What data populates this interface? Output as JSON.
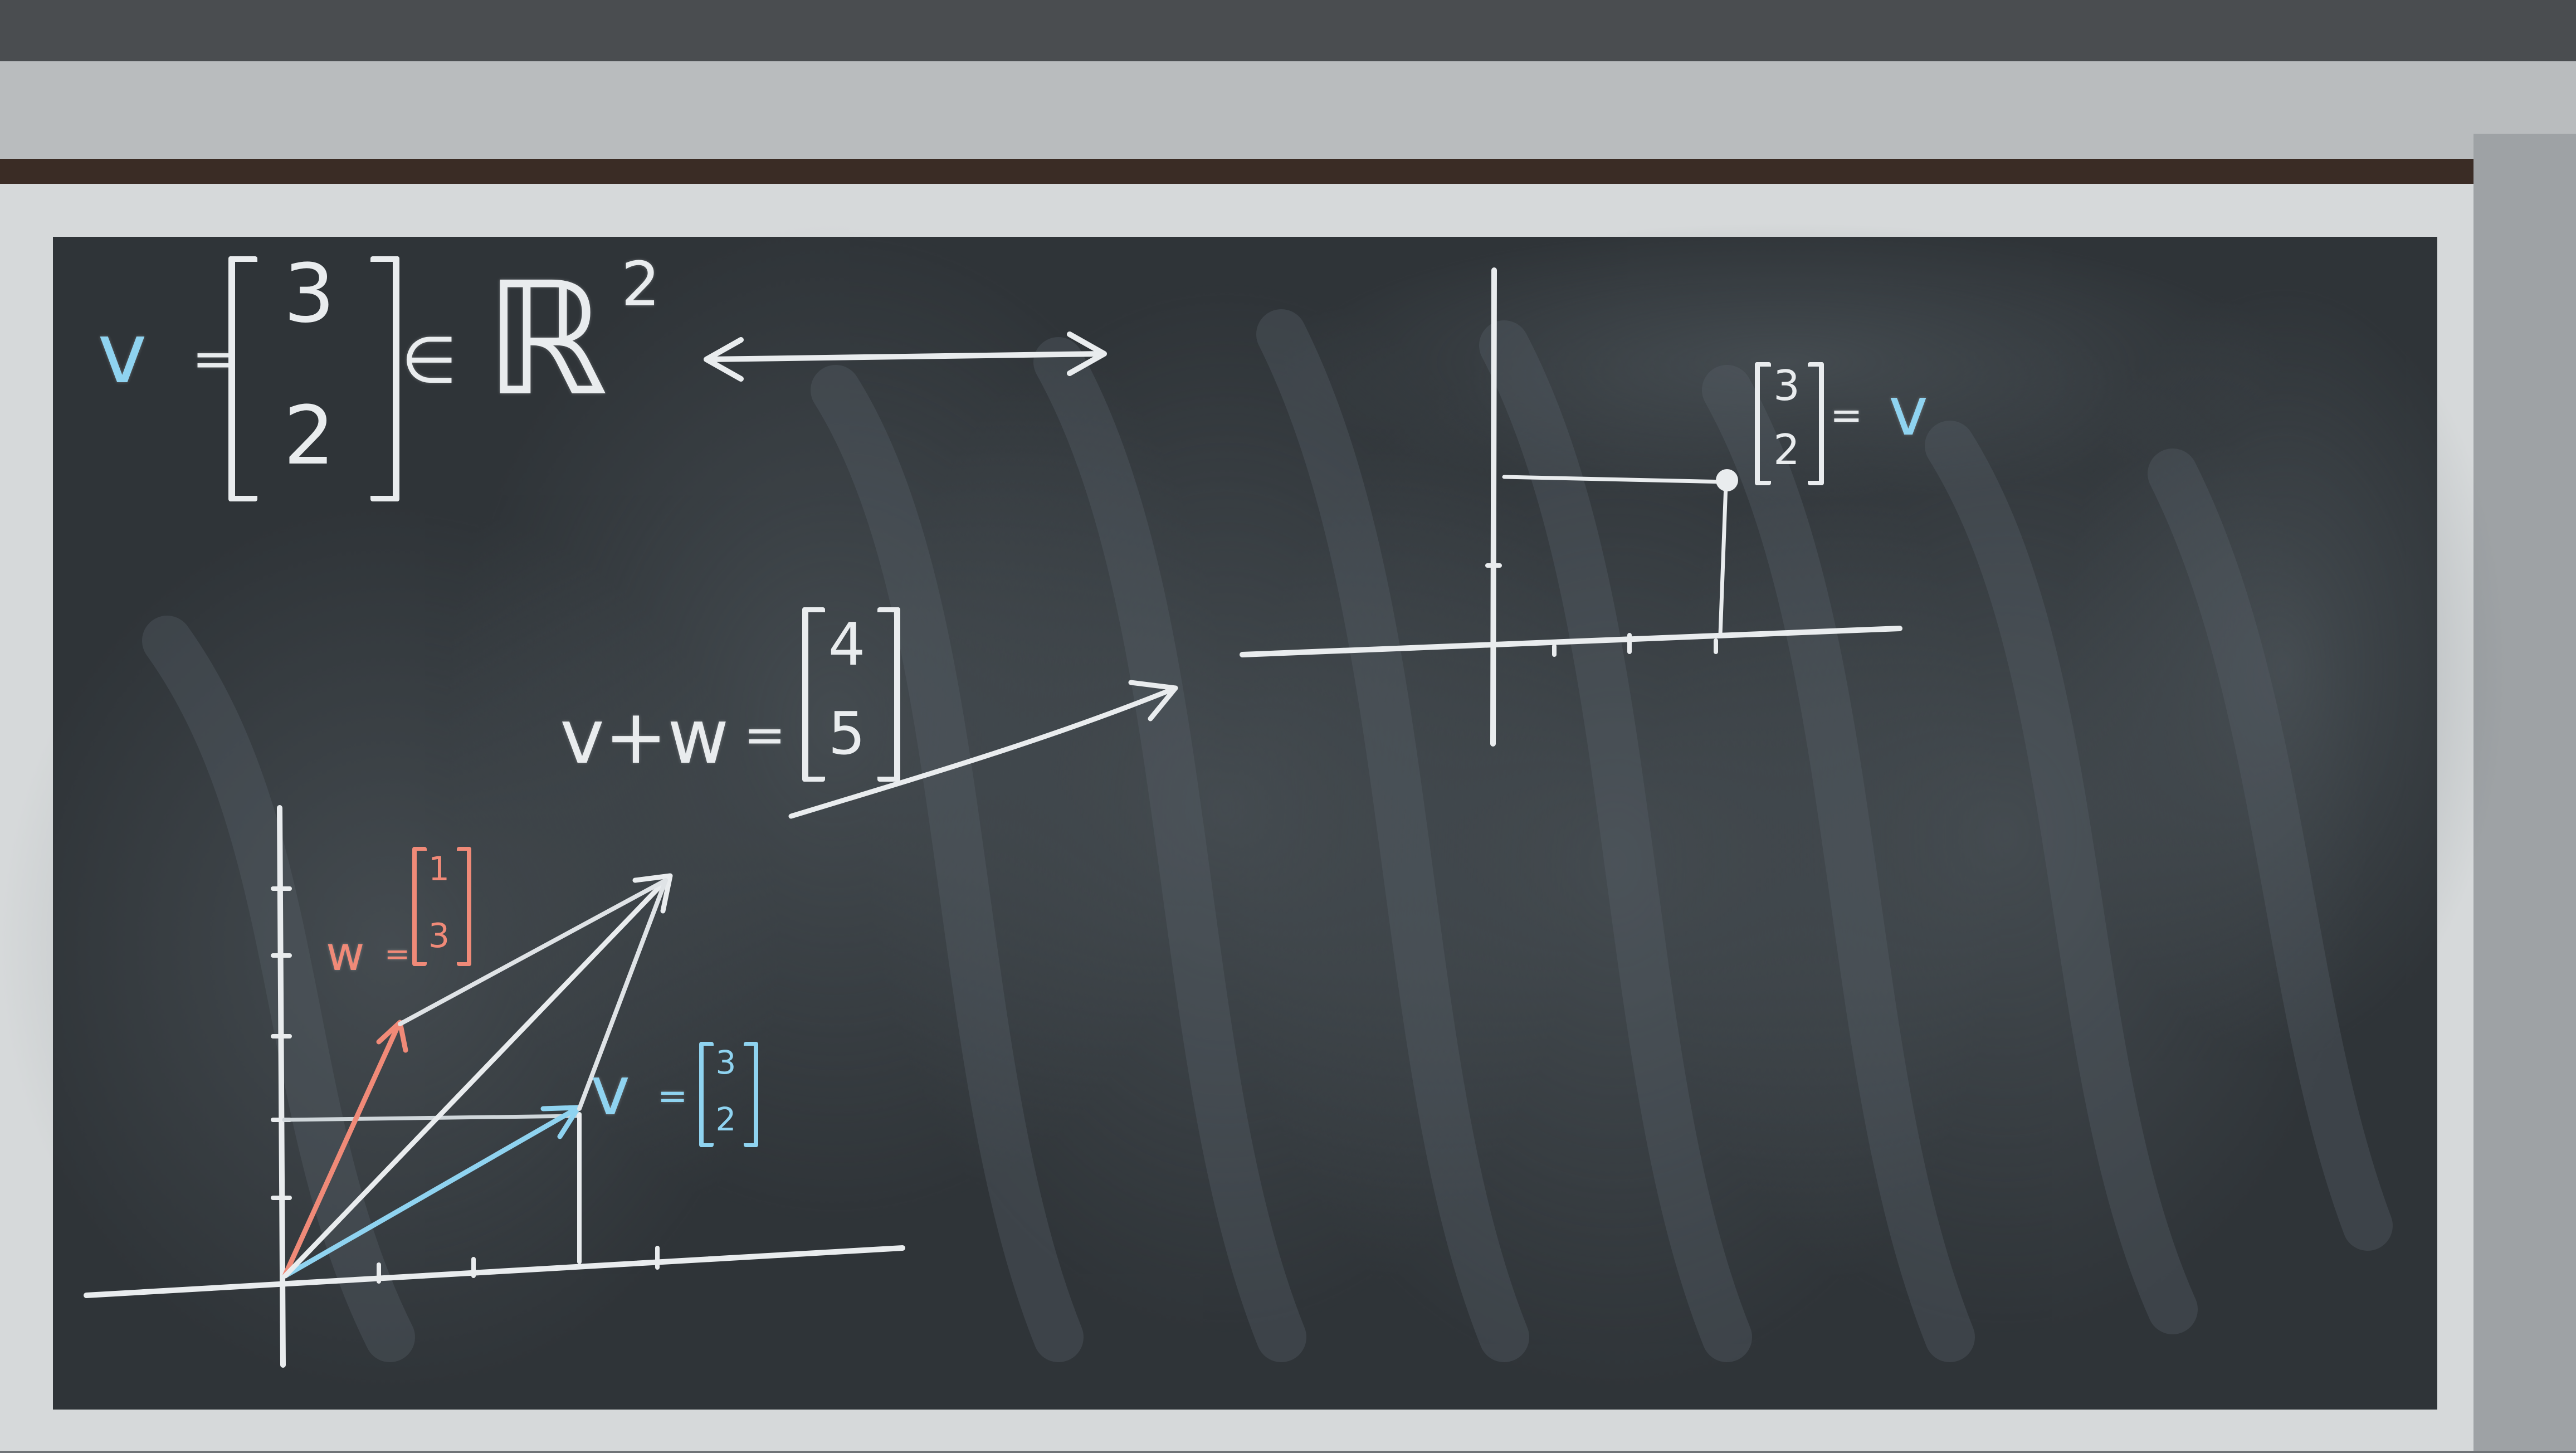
{
  "colors": {
    "chalk_white": "#e9ecee",
    "chalk_blue": "#8fd3f0",
    "chalk_red": "#f08a78",
    "board": "#2f3438",
    "frame": "#d9dcdd"
  },
  "equation": {
    "var": "v",
    "equals": "=",
    "top": "3",
    "bottom": "2",
    "element_of": "∈",
    "space": "ℝ",
    "exponent": "2"
  },
  "point_label": {
    "top": "3",
    "bottom": "2",
    "equals": "=",
    "var": "v"
  },
  "sum_label": {
    "lhs": "v+w",
    "equals": "=",
    "top": "4",
    "bottom": "5"
  },
  "w_label": {
    "var": "w",
    "equals": "=",
    "top": "1",
    "bottom": "3"
  },
  "v_label": {
    "var": "v",
    "equals": "=",
    "top": "3",
    "bottom": "2"
  }
}
